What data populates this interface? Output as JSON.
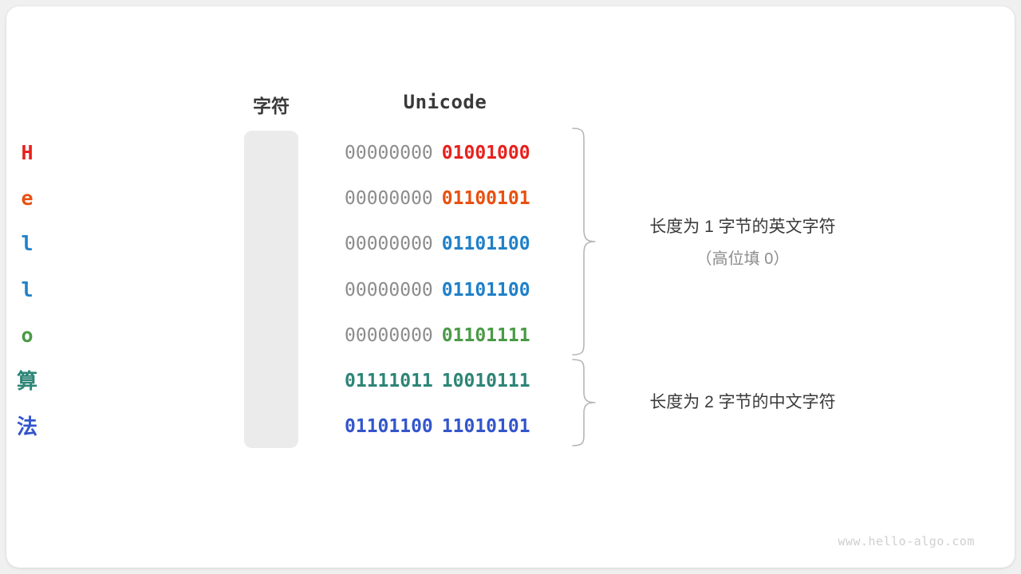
{
  "canvas": {
    "background": "#f0f0f0",
    "card_background": "#ffffff"
  },
  "headers": {
    "char_label": "字符",
    "unicode_label": "Unicode"
  },
  "palette": {
    "red": "#e8211d",
    "orange": "#e8500f",
    "blue": "#2080c8",
    "green": "#4a9a46",
    "teal": "#2d8577",
    "indigo": "#3355cc",
    "gray_byte": "#8c8c8c",
    "cell_bg": "#ebebeb",
    "text_dark": "#3a3a3a"
  },
  "rows": [
    {
      "char": "H",
      "color": "#e8211d",
      "high_byte": "00000000",
      "low_byte": "01001000",
      "high_is_padding": true,
      "cjk": false
    },
    {
      "char": "e",
      "color": "#e8500f",
      "high_byte": "00000000",
      "low_byte": "01100101",
      "high_is_padding": true,
      "cjk": false
    },
    {
      "char": "l",
      "color": "#2080c8",
      "high_byte": "00000000",
      "low_byte": "01101100",
      "high_is_padding": true,
      "cjk": false
    },
    {
      "char": "l",
      "color": "#2080c8",
      "high_byte": "00000000",
      "low_byte": "01101100",
      "high_is_padding": true,
      "cjk": false
    },
    {
      "char": "o",
      "color": "#4a9a46",
      "high_byte": "00000000",
      "low_byte": "01101111",
      "high_is_padding": true,
      "cjk": false
    },
    {
      "char": "算",
      "color": "#2d8577",
      "high_byte": "01111011",
      "low_byte": "10010111",
      "high_is_padding": false,
      "cjk": true
    },
    {
      "char": "法",
      "color": "#3355cc",
      "high_byte": "01101100",
      "low_byte": "11010101",
      "high_is_padding": false,
      "cjk": true
    }
  ],
  "annotations": [
    {
      "main": "长度为 1 字节的英文字符",
      "sub": "（高位填 0）",
      "spans_rows": [
        0,
        4
      ]
    },
    {
      "main": "长度为 2 字节的中文字符",
      "sub": "",
      "spans_rows": [
        5,
        6
      ]
    }
  ],
  "watermark": "www.hello-algo.com"
}
